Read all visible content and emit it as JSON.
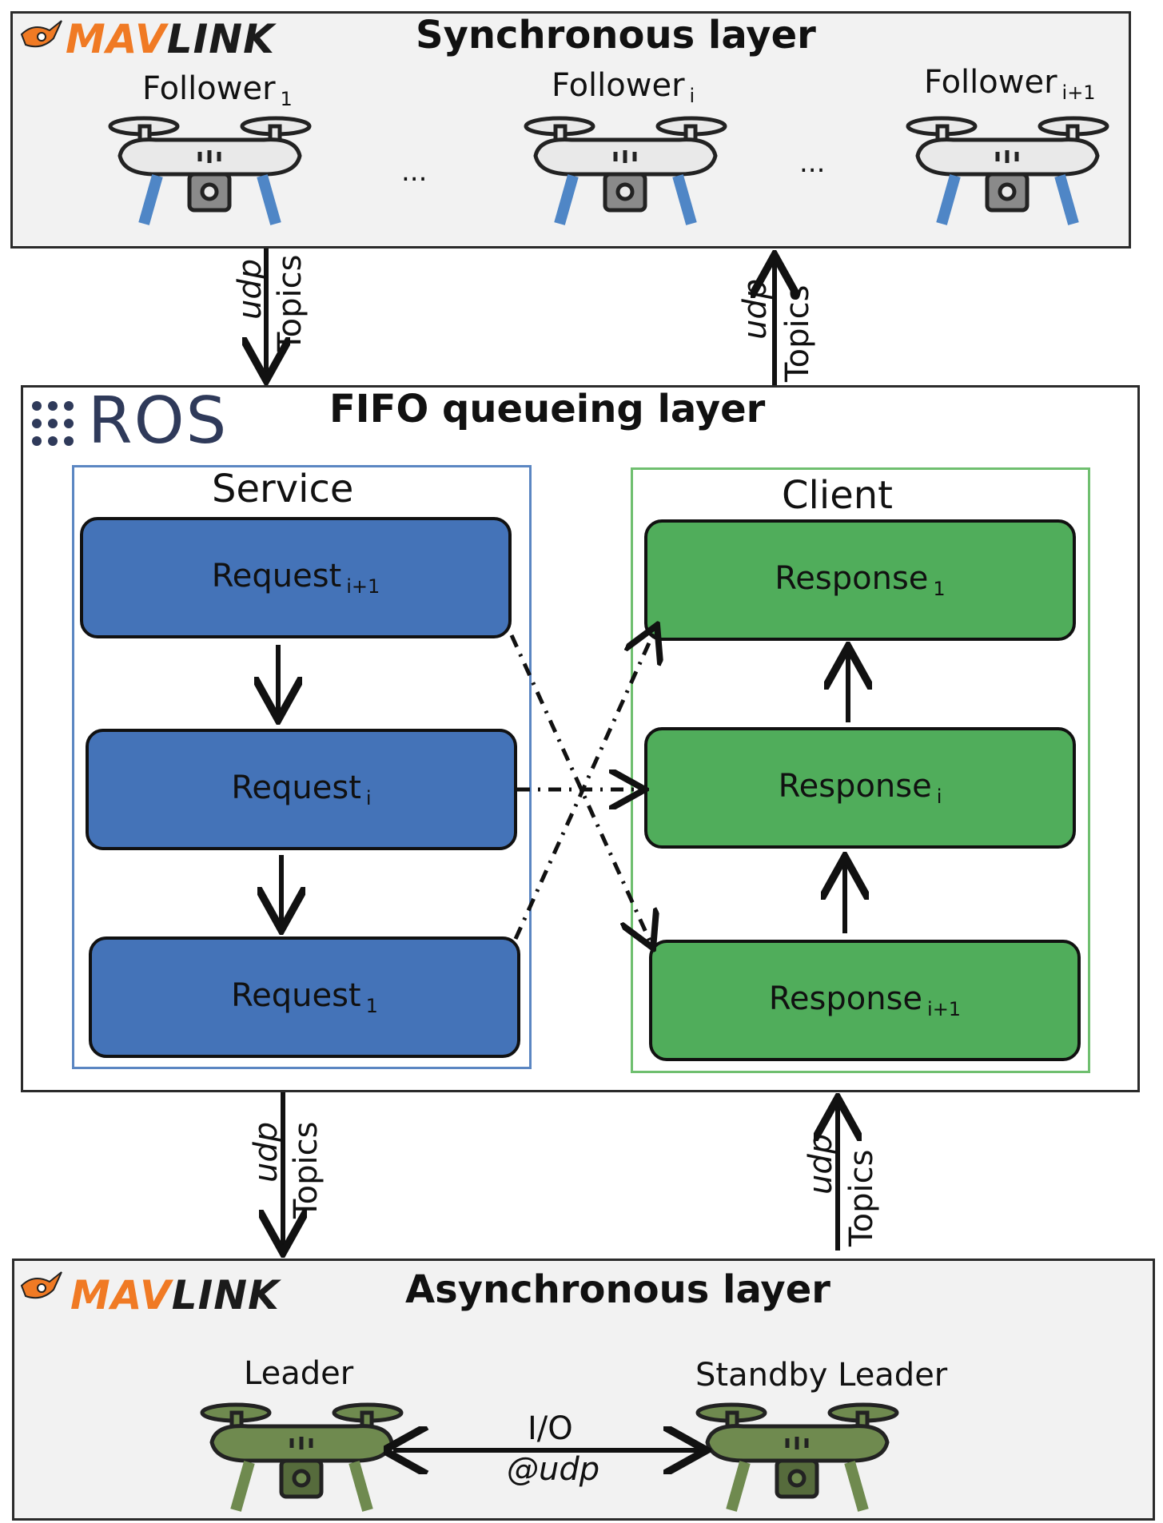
{
  "sync_layer": {
    "title": "Synchronous layer",
    "logo": {
      "icon": "mavlink-logo-icon",
      "text_m": "MAV",
      "text_l": "LINK",
      "accent": "#f07a24"
    },
    "followers": [
      {
        "name": "Follower",
        "sub": "1"
      },
      {
        "name": "Follower",
        "sub": "i"
      },
      {
        "name": "Follower",
        "sub": "i+1"
      }
    ],
    "ellipsis_1": "...",
    "ellipsis_2": "..."
  },
  "fifo_layer": {
    "title": "FIFO queueing layer",
    "logo": {
      "icon": "ros-logo-icon",
      "text": "ROS"
    },
    "service": {
      "title": "Service",
      "color": "#4473b8",
      "requests": [
        {
          "name": "Request",
          "sub": "i+1"
        },
        {
          "name": "Request",
          "sub": "i"
        },
        {
          "name": "Request",
          "sub": "1"
        }
      ]
    },
    "client": {
      "title": "Client",
      "color": "#50ad5b",
      "responses": [
        {
          "name": "Response",
          "sub": "1"
        },
        {
          "name": "Response",
          "sub": "i"
        },
        {
          "name": "Response",
          "sub": "i+1"
        }
      ]
    }
  },
  "links": {
    "sync_down": {
      "proto": "udp",
      "kind": "Topics"
    },
    "sync_up": {
      "proto": "udp",
      "kind": "Topics"
    },
    "async_down": {
      "proto": "udp",
      "kind": "Topics"
    },
    "async_up": {
      "proto": "udp",
      "kind": "Topics"
    }
  },
  "async_layer": {
    "title": "Asynchronous layer",
    "logo": {
      "icon": "mavlink-logo-icon",
      "text_m": "MAV",
      "text_l": "LINK",
      "accent": "#f07a24"
    },
    "leader": "Leader",
    "standby": "Standby Leader",
    "io_label": "I/O",
    "io_proto": "@udp"
  },
  "colors": {
    "follower_drone": "#e9e9e9",
    "leader_drone": "#6f8a4f",
    "drone_leg": "#4f86c6"
  }
}
